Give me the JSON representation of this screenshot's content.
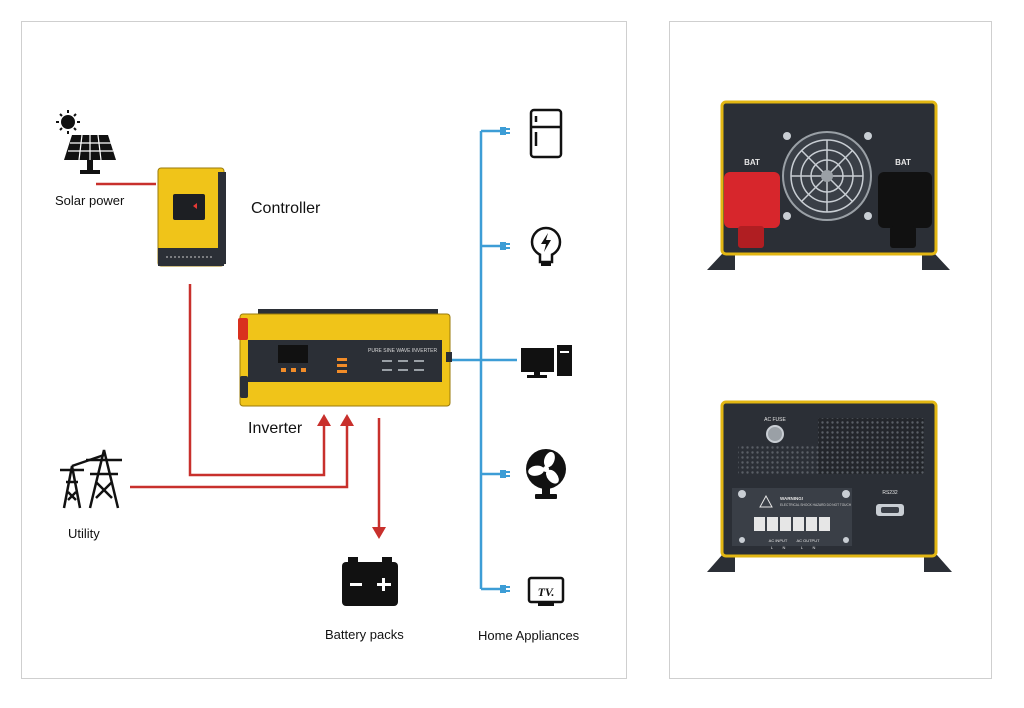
{
  "labels": {
    "solar_power": "Solar power",
    "controller": "Controller",
    "inverter": "Inverter",
    "utility": "Utility",
    "battery_packs": "Battery packs",
    "home_appliances": "Home Appliances"
  },
  "inverter_front_text": "PURE SINE WAVE INVERTER",
  "rear_unit_top": {
    "left_terminal": "BAT",
    "right_terminal": "BAT"
  },
  "rear_unit_bottom": {
    "fuse": "AC FUSE",
    "port": "RS232",
    "warning_title": "WARNING!",
    "warning_text": "ELECTRICAL SHOCK HAZARD DO NOT TOUCH",
    "ac_input": "AC INPUT",
    "ac_output": "AC OUTPUT",
    "terminal_marks": [
      "L",
      "N",
      "L",
      "N"
    ]
  },
  "colors": {
    "ac_line": "#c8302c",
    "load_line": "#3d9dd6",
    "device_yellow": "#f0c419",
    "device_dark": "#2b2f36"
  }
}
